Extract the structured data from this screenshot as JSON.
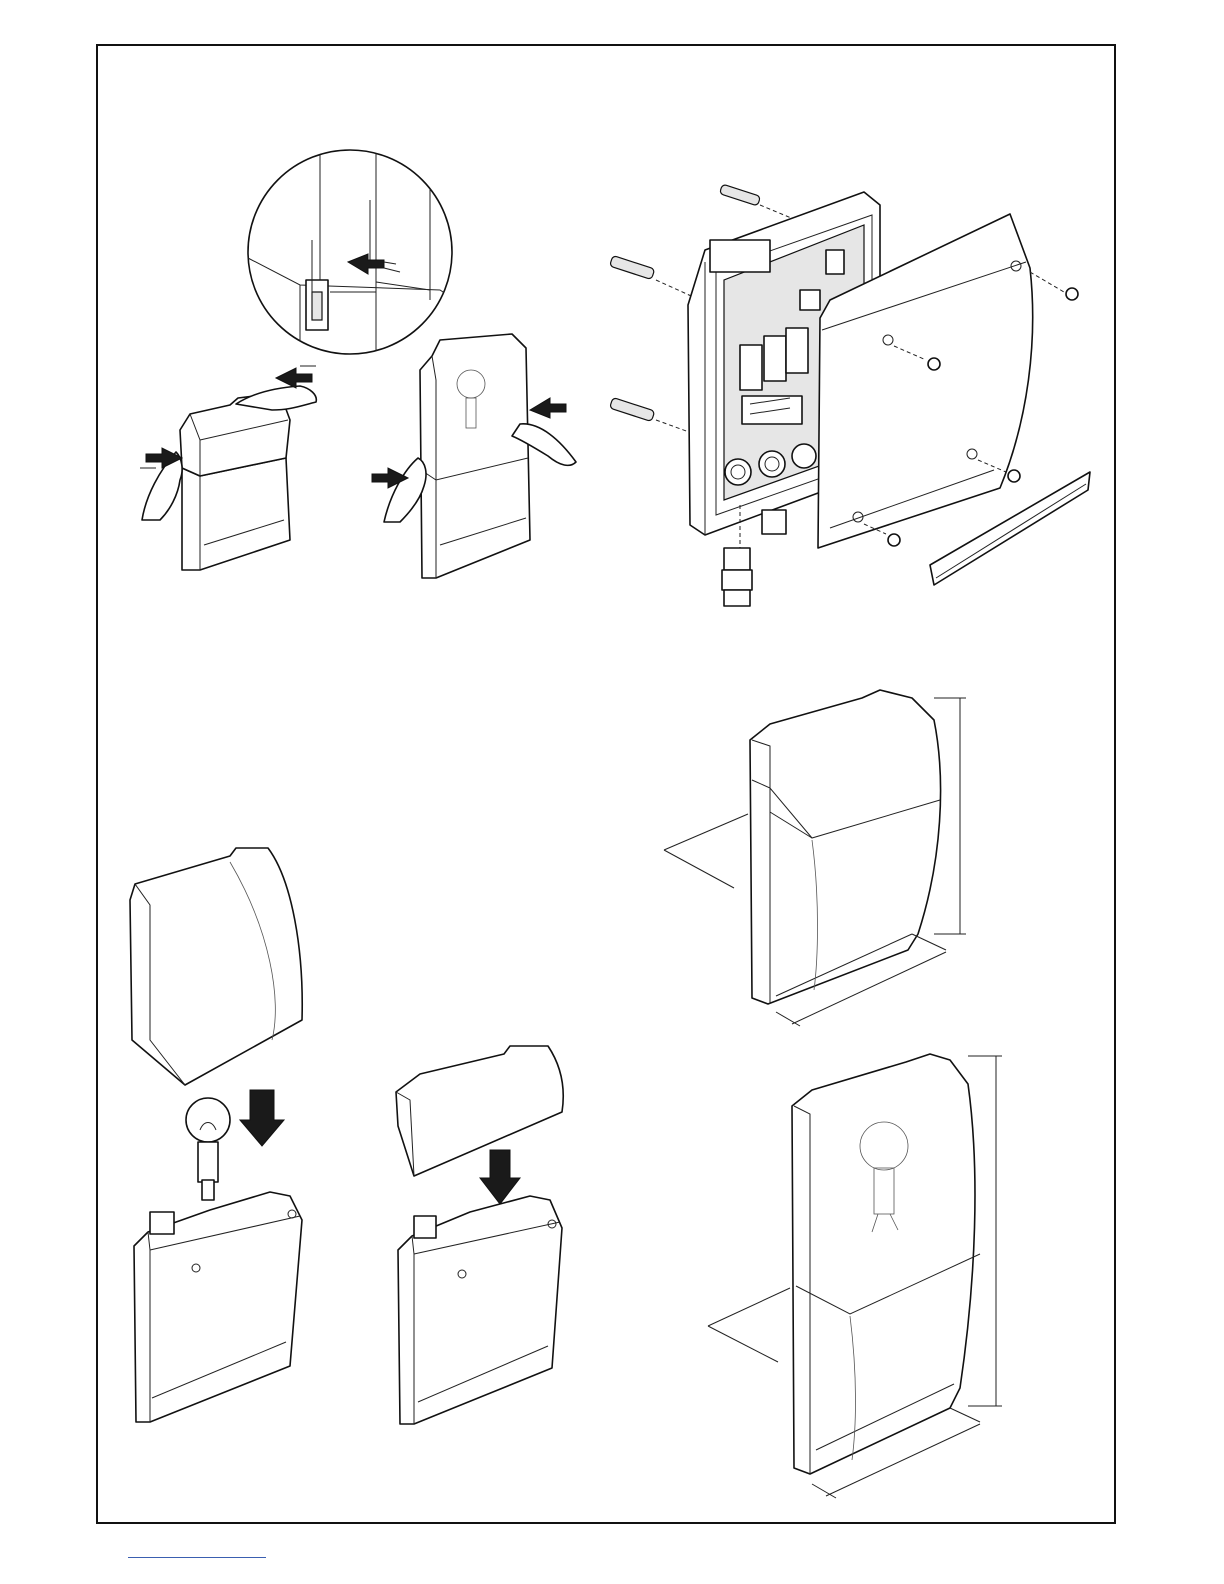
{
  "figure": {
    "panels": [
      "detail-latch",
      "assemble-cover-top",
      "assemble-lamp-unit",
      "exploded-mounting",
      "insert-lamp",
      "fit-top-cover",
      "dimensions-short",
      "dimensions-tall"
    ],
    "icons": [
      "push-arrow-icon",
      "lamp-bulb-icon",
      "screw-icon",
      "wall-plug-icon",
      "cable-gland-icon"
    ]
  }
}
